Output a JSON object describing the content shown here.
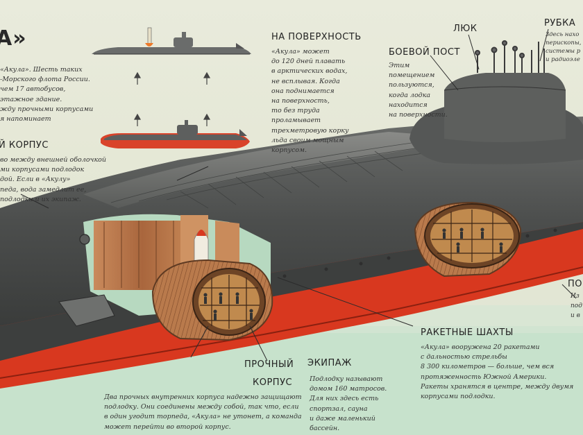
{
  "title_fragment": "А»",
  "labels": {
    "surface": "НА ПОВЕРХНОСТЬ",
    "hatch": "ЛЮК",
    "wheelhouse": "РУБКА",
    "combat_post": "БОЕВОЙ ПОСТ",
    "hull_left": "Й КОРПУС",
    "missile_shafts": "РАКЕТНЫЕ ШАХТЫ",
    "crew": "ЭКИПАЖ",
    "strong_hull_1": "ПРОЧНЫЙ",
    "strong_hull_2": "КОРПУС",
    "right_edge": "ПО"
  },
  "texts": {
    "intro": [
      "«Акула». Шесть таких",
      "-Морского флота России.",
      "чем 17 автобусов,",
      "этажное здание.",
      "жду прочными корпусами",
      "я напоминает"
    ],
    "surface": [
      "«Акула» может",
      "до 120 дней плавать",
      "в арктических водах,",
      "не всплывая. Когда",
      "она поднимается",
      "на поверхность,",
      "то без труда",
      "проламывает",
      "трехметровую корку",
      "льда своим мощным",
      "корпусом."
    ],
    "combat_post": [
      "Этим",
      "помещением",
      "пользуются,",
      "когда лодка",
      "находится",
      "на поверхности."
    ],
    "wheelhouse": [
      "Здесь нахо",
      "перископы,",
      "системы р",
      "и радиоэле"
    ],
    "hull_left": [
      "во между внешней оболочкой",
      "ми корпусами подлодок",
      "дой. Если в «Акулу»",
      "педа, вода замедлит ее,",
      "подлодки и их экипаж."
    ],
    "missile_shafts": [
      "«Акула» вооружена 20 ракетами",
      "с дальностью стрельбы",
      "8 300 километров — больше, чем вся",
      "протяженность Южной Америки.",
      "Ракеты хранятся в центре, между двумя",
      "корпусами подлодки."
    ],
    "crew": [
      "Подлодку называют",
      "домом 160 матросов.",
      "Для них здесь есть",
      "спортзал, сауна",
      "и даже маленький",
      "бассейн."
    ],
    "strong_hull": [
      "Два прочных внутренних корпуса надежно защищают",
      "подлодку. Они соединены между собой, так что, если",
      "в один угодит торпеда, «Акула» не утонет, а команда",
      "может перейти во второй корпус."
    ],
    "right_edge": [
      "Из",
      "под",
      "и в"
    ]
  },
  "colors": {
    "paper": "#e6e8d8",
    "hull_dark": "#4d4f4e",
    "hull_red": "#d8381f",
    "interior_wood": "#b8754a",
    "sea_green": "#bfe0c6"
  }
}
